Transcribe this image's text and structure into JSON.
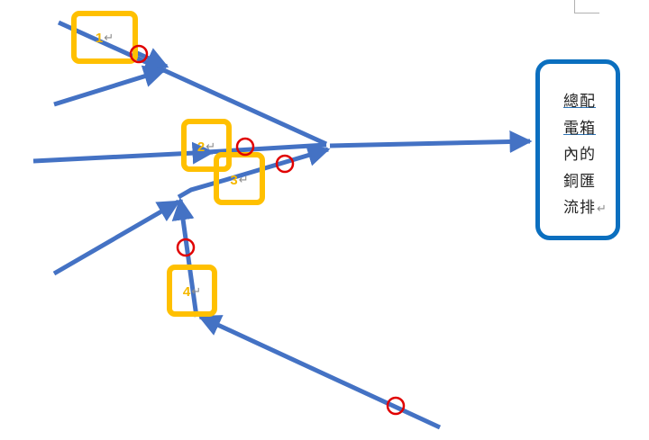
{
  "diagram": {
    "labels": [
      "1",
      "2",
      "3",
      "4"
    ],
    "paragraph_mark": "↵",
    "target": {
      "lines": [
        "總配",
        "電箱",
        "內的",
        "銅匯",
        "流排"
      ],
      "paragraph_mark": "↵"
    },
    "colors": {
      "arrow": "#4472c4",
      "label_box": "#ffc000",
      "label_text": "#f5b800",
      "marker_circle": "#e00000",
      "target_border": "#0b6fbf"
    }
  }
}
